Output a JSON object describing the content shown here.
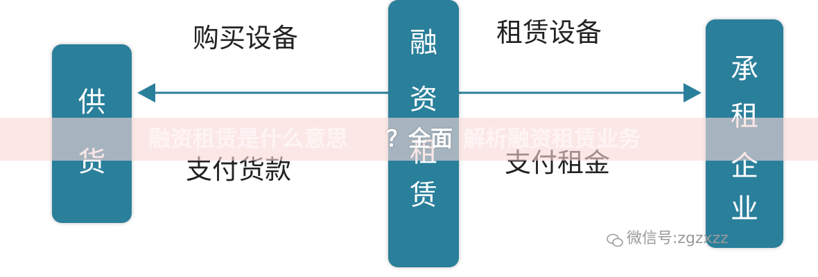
{
  "nodes": {
    "supplier": {
      "chars": [
        "供",
        "货"
      ]
    },
    "leasing": {
      "chars": [
        "融",
        "资",
        "租",
        "赁"
      ]
    },
    "lessee": {
      "chars": [
        "承",
        "租",
        "企",
        "业"
      ]
    }
  },
  "labels": {
    "buy_equipment": "购买设备",
    "lease_equipment": "租赁设备",
    "pay_goods": "支付货款",
    "pay_rent": "支付租金"
  },
  "banner": {
    "faded_left": "融资租赁是什么意思",
    "strong": "？全面",
    "faded_right": "解析融资租赁业务"
  },
  "watermark": {
    "text": "微信号:zgzxzz"
  },
  "colors": {
    "box": "#2a7f9b",
    "arrow": "#2a7f9b",
    "text": "#222222"
  }
}
